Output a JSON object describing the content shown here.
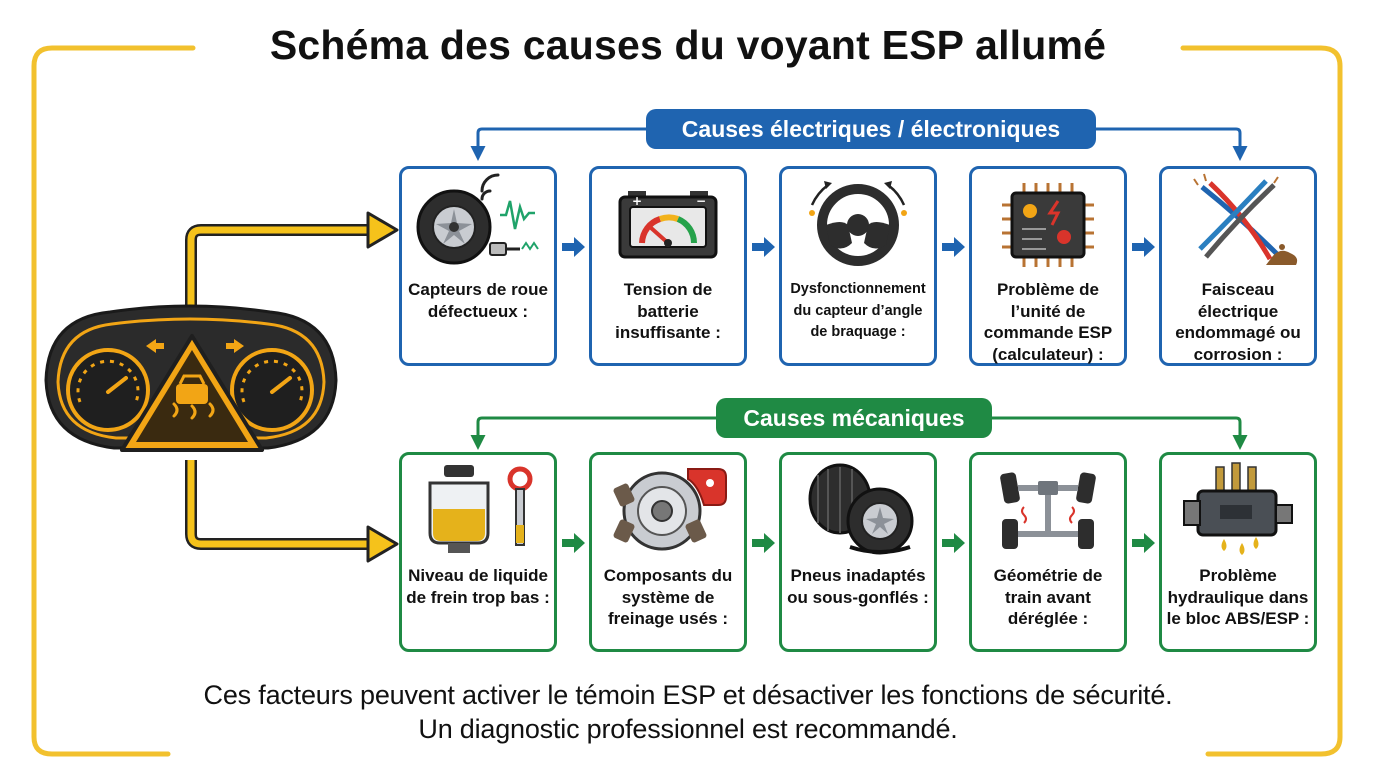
{
  "title": "Schéma des causes du voyant ESP allumé",
  "groups": {
    "electrical": {
      "label": "Causes électriques / électroniques",
      "items": [
        {
          "label": "Capteurs de roue défectueux :",
          "icon": "wheel-sensor-icon"
        },
        {
          "label": "Tension de batterie insuffisante :",
          "icon": "battery-gauge-icon"
        },
        {
          "label": "Dysfonctionnement du capteur d’angle de braquage :",
          "icon": "steering-wheel-icon"
        },
        {
          "label": "Problème de l’unité de commande ESP (calculateur) :",
          "icon": "control-unit-chip-icon"
        },
        {
          "label": "Faisceau électrique endommagé ou corrosion :",
          "icon": "damaged-wires-icon"
        }
      ]
    },
    "mechanical": {
      "label": "Causes mécaniques",
      "items": [
        {
          "label": "Niveau de liquide de frein trop bas :",
          "icon": "brake-fluid-reservoir-icon"
        },
        {
          "label": "Composants du système de freinage usés :",
          "icon": "brake-disc-icon"
        },
        {
          "label": "Pneus inadaptés ou sous-gonflés :",
          "icon": "tires-icon"
        },
        {
          "label": "Géométrie de train avant déréglée :",
          "icon": "axle-geometry-icon"
        },
        {
          "label": "Problème hydraulique dans le bloc ABS/ESP :",
          "icon": "hydraulic-block-icon"
        }
      ]
    }
  },
  "footer": {
    "line1": "Ces facteurs peuvent activer le témoin ESP et désactiver les fonctions de sécurité.",
    "line2": "Un diagnostic professionnel est recommandé."
  },
  "colors": {
    "electrical": "#1f64b0",
    "mechanical": "#1f8a44",
    "frame": "#f2c12e",
    "dashboard": "#f2a515",
    "dark": "#262626"
  }
}
